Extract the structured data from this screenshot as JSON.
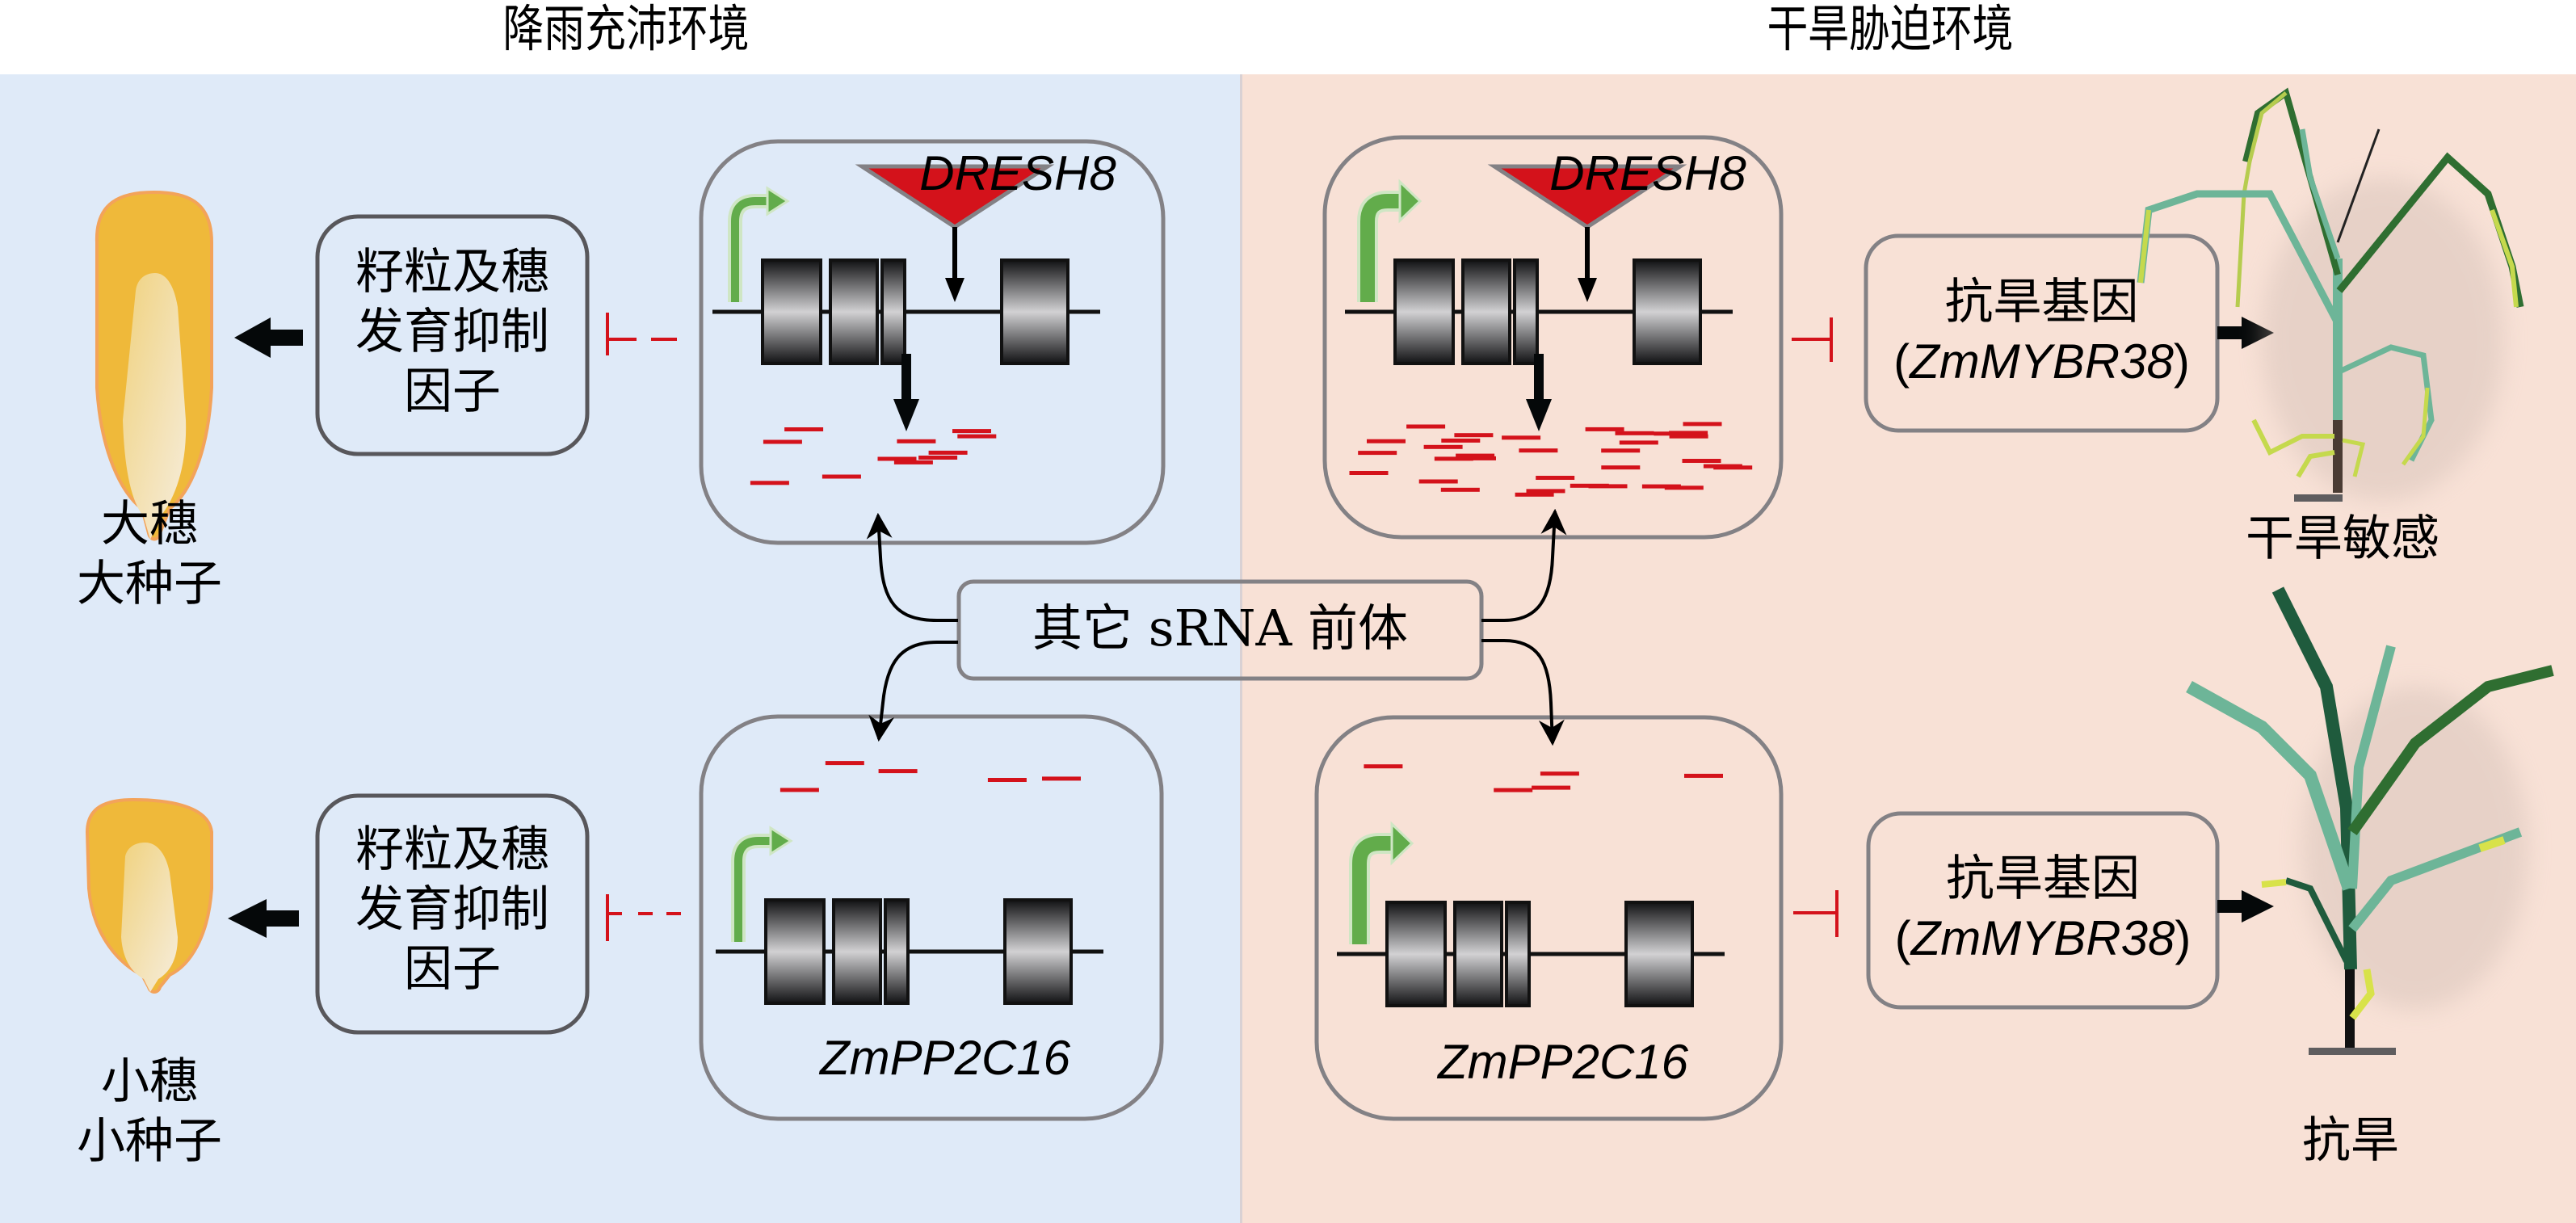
{
  "titles": {
    "left": "降雨充沛环境",
    "right": "干旱胁迫环境"
  },
  "colors": {
    "left_bg": "#dfeaf8",
    "right_bg": "#f8e1d6",
    "box_border": "#838185",
    "srna": "#d4121b",
    "promoter": "#62ac4b",
    "insertion": "#d4121b",
    "kernel_outer": "#efb93a",
    "kernel_inner": "#f2e2b5"
  },
  "center_box": {
    "label": "其它 sRNA 前体"
  },
  "left": {
    "top": {
      "gene_label": "DRESH8",
      "factor_box": {
        "lines": [
          "籽粒及穗",
          "发育抑制",
          "因子"
        ]
      },
      "phenotype": [
        "大穗",
        "大种子"
      ],
      "srna_count": 11
    },
    "bottom": {
      "gene_label": "ZmPP2C16",
      "factor_box": {
        "lines": [
          "籽粒及穗",
          "发育抑制",
          "因子"
        ]
      },
      "phenotype": [
        "小穗",
        "小种子"
      ],
      "srna_count": 5
    }
  },
  "right": {
    "top": {
      "gene_label": "DRESH8",
      "target_box": {
        "line1": "抗旱基因",
        "line2_prefix": "(",
        "line2_gene": "ZmMYBR38",
        "line2_suffix": ")"
      },
      "phenotype": "干旱敏感",
      "srna_count": 33
    },
    "bottom": {
      "gene_label": "ZmPP2C16",
      "target_box": {
        "line1": "抗旱基因",
        "line2_prefix": "(",
        "line2_gene": "ZmMYBR38",
        "line2_suffix": ")"
      },
      "phenotype": "抗旱",
      "srna_count": 5
    }
  }
}
